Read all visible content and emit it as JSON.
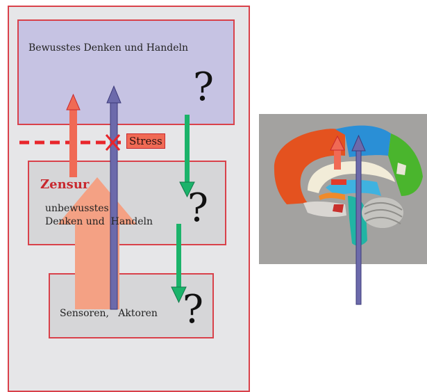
{
  "diagram": {
    "top_box_label": "Bewusstes Denken und Handeln",
    "middle_box_label": "unbewusstes\nDenken und  Handeln",
    "bottom_box_label": "Sensoren,   Aktoren",
    "question_mark": "?",
    "censor_label": "Zensur",
    "stress_label": "Stress"
  },
  "colors": {
    "border_red": "#d9414a",
    "top_box_fill": "#c6c3e3",
    "inner_box_fill": "#d6d6d8",
    "panel_fill": "#e6e6e8",
    "orange_arrow": "#f06a55",
    "salmon_arrow": "#f4a184",
    "purple_arrow": "#6c6aab",
    "green_arrow": "#1bb36a",
    "stress_dash": "#e8252b"
  },
  "brain_image": {
    "description_icons": [
      "brain-midsagittal-model"
    ]
  }
}
